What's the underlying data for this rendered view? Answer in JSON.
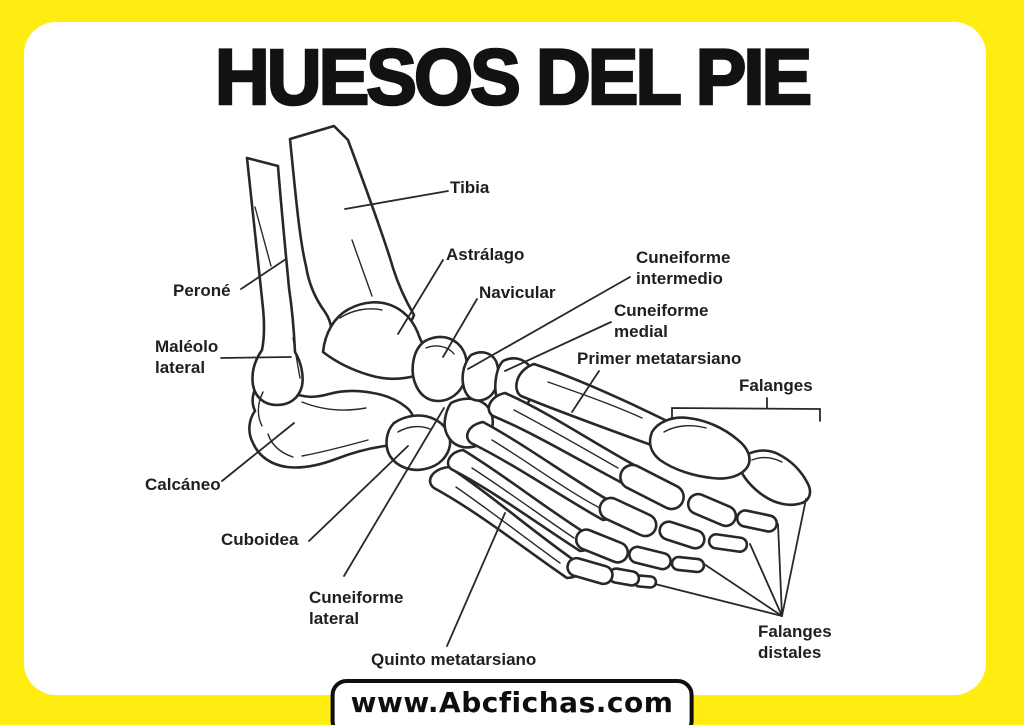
{
  "title": "HUESOS DEL PIE",
  "watermark": "www.Abcfichas.com",
  "colors": {
    "frame_yellow": "#ffec10",
    "panel_white": "#ffffff",
    "line_black": "#2b2728",
    "text_black": "#211e1f"
  },
  "labels": {
    "tibia": {
      "line1": "Tibia"
    },
    "perone": {
      "line1": "Peroné"
    },
    "maleolo_lateral": {
      "line1": "Maléolo",
      "line2": "lateral"
    },
    "astralago": {
      "line1": "Astrálago"
    },
    "navicular": {
      "line1": "Navicular"
    },
    "cuneiforme_intermedio": {
      "line1": "Cuneiforme",
      "line2": "intermedio"
    },
    "cuneiforme_medial": {
      "line1": "Cuneiforme",
      "line2": "medial"
    },
    "primer_metatarsiano": {
      "line1": "Primer metatarsiano"
    },
    "falanges": {
      "line1": "Falanges"
    },
    "calcaneo": {
      "line1": "Calcáneo"
    },
    "cuboidea": {
      "line1": "Cuboidea"
    },
    "cuneiforme_lateral": {
      "line1": "Cuneiforme",
      "line2": "lateral"
    },
    "quinto_metatarsiano": {
      "line1": "Quinto metatarsiano"
    },
    "falanges_distales": {
      "line1": "Falanges",
      "line2": "distales"
    }
  }
}
